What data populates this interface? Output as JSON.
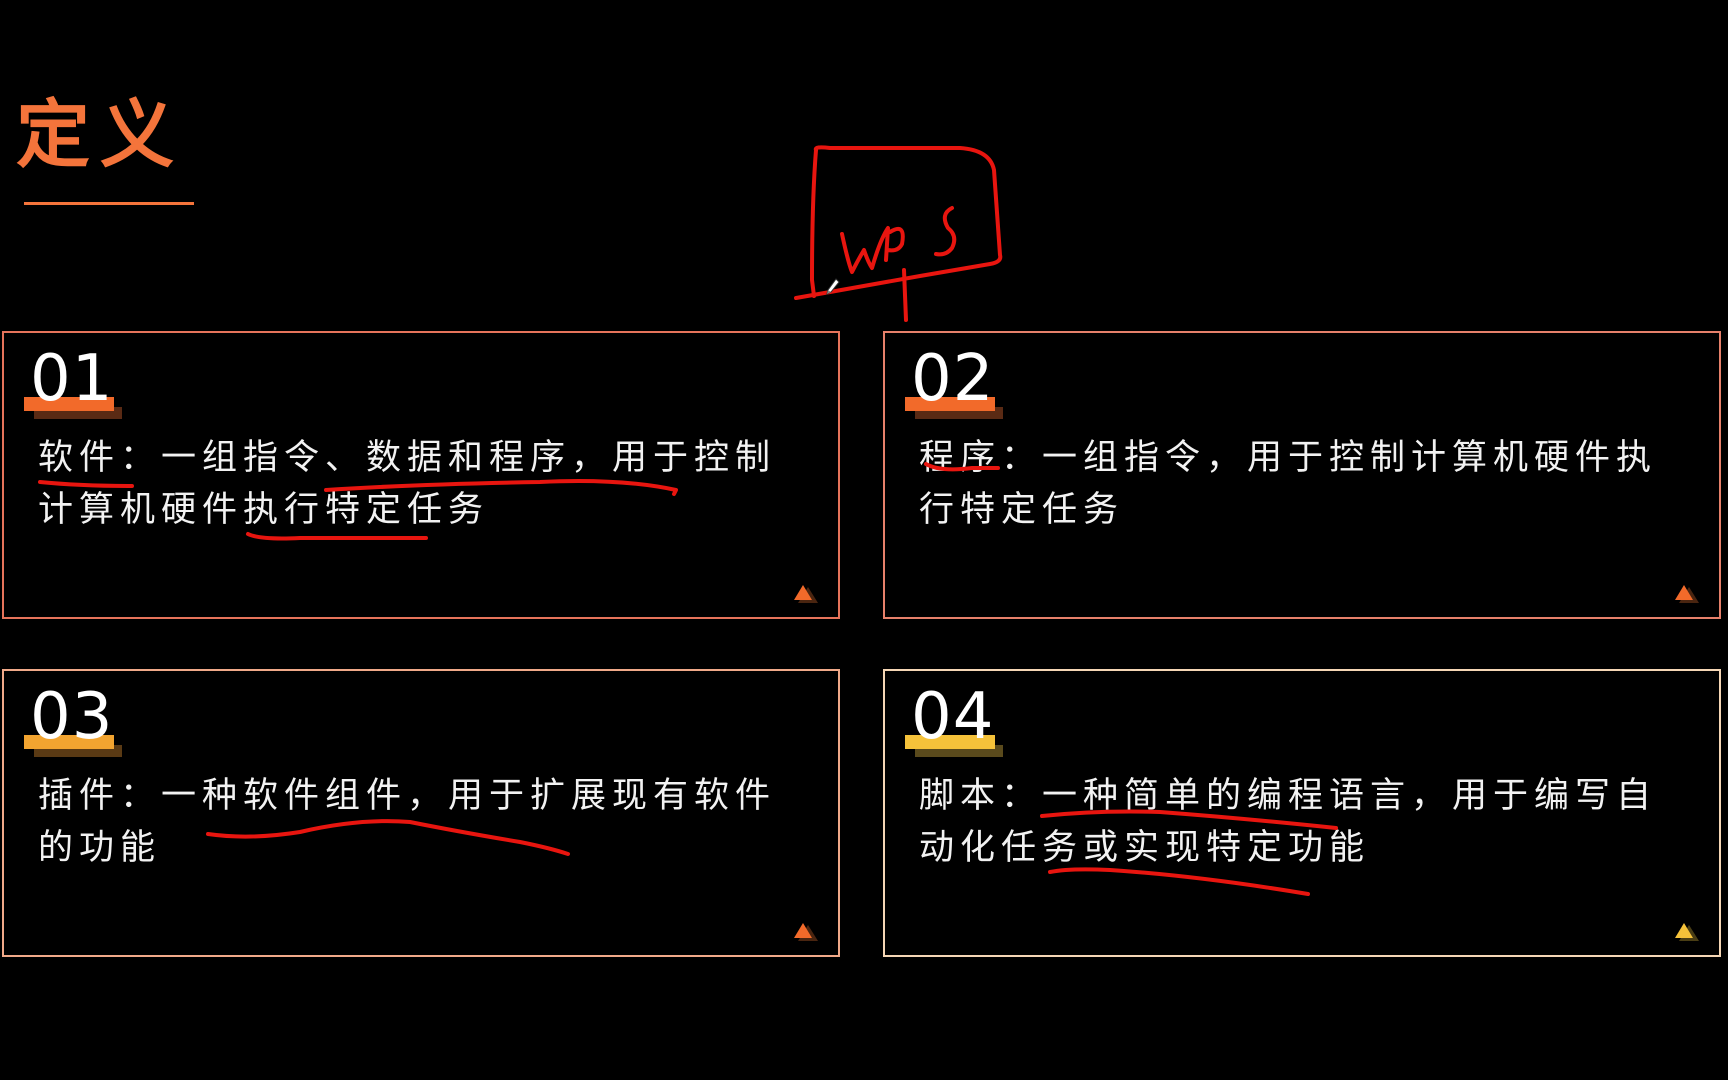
{
  "slide": {
    "title": "定义",
    "accent_color": "#f4743b",
    "annotation_color": "#e8150f",
    "handwritten_note": "wps"
  },
  "cards": [
    {
      "number": "01",
      "text": "软件：一组指令、数据和程序，用于控制计算机硬件执行特定任务",
      "bar_color": "#f26a2a",
      "triangle_color": "#f26a2a"
    },
    {
      "number": "02",
      "text": "程序：一组指令，用于控制计算机硬件执行特定任务",
      "bar_color": "#f26a2a",
      "triangle_color": "#f26a2a"
    },
    {
      "number": "03",
      "text": "插件：一种软件组件，用于扩展现有软件的功能",
      "bar_color": "#f2a430",
      "triangle_color": "#f26a2a"
    },
    {
      "number": "04",
      "text": "脚本：一种简单的编程语言，用于编写自动化任务或实现特定功能",
      "bar_color": "#f5c23a",
      "triangle_color": "#f5c23a"
    }
  ]
}
